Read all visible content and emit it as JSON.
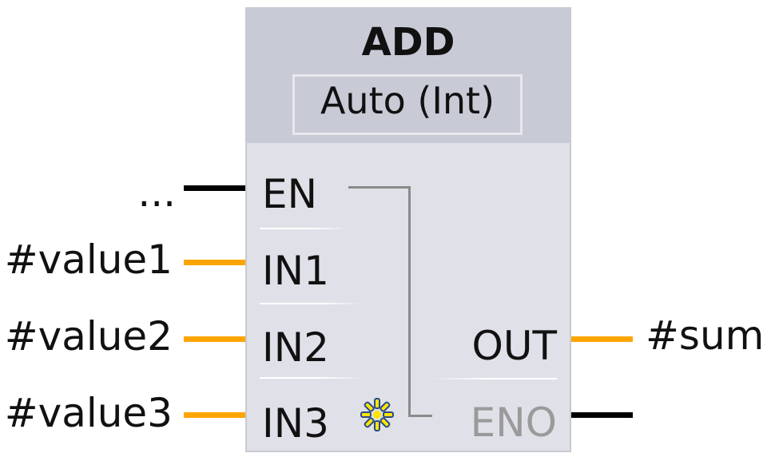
{
  "block": {
    "title": "ADD",
    "datatype": "Auto (Int)"
  },
  "inputs": [
    {
      "pin": "EN",
      "operand": "..."
    },
    {
      "pin": "IN1",
      "operand": "#value1"
    },
    {
      "pin": "IN2",
      "operand": "#value2"
    },
    {
      "pin": "IN3",
      "operand": "#value3"
    }
  ],
  "outputs": [
    {
      "pin": "OUT",
      "operand": "#sum"
    },
    {
      "pin": "ENO",
      "operand": ""
    }
  ],
  "colors": {
    "bool_wire": "#000000",
    "int_wire": "#ffa500",
    "block_body": "#e0e1e8",
    "block_header": "#c8cad6",
    "eno_disabled_text": "#9a9a9a",
    "star_icon": "#ffe600"
  },
  "icons": {
    "add_input": "yellow-star-icon"
  }
}
